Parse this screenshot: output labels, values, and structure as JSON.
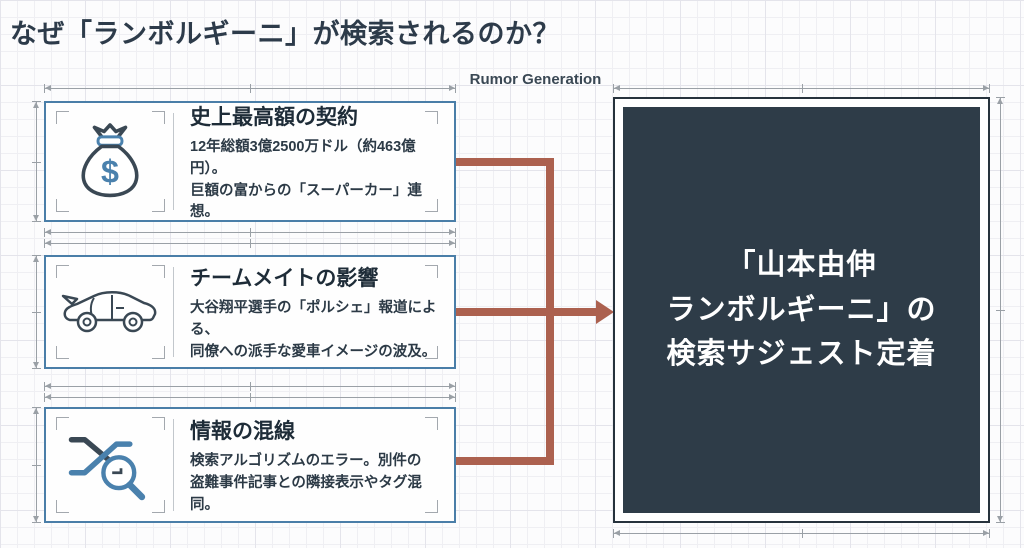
{
  "title": "なぜ「ランボルギーニ」が検索されるのか？",
  "flow_label": "Rumor Generation",
  "causes": [
    {
      "icon": "money-bag-icon",
      "title": "史上最高額の契約",
      "body_lines": [
        "12年総額3億2500万ドル（約463億円）。",
        "巨額の富からの「スーパーカー」連想。"
      ]
    },
    {
      "icon": "sports-car-icon",
      "title": "チームメイトの影響",
      "body_lines": [
        "大谷翔平選手の「ポルシェ」報道による、",
        "同僚への派手な愛車イメージの波及。"
      ]
    },
    {
      "icon": "crossed-cables-magnifier-icon",
      "title": "情報の混線",
      "body_lines": [
        "検索アルゴリズムのエラー。別件の",
        "盗難事件記事との隣接表示やタグ混同。"
      ]
    }
  ],
  "result": {
    "lines": [
      "「山本由伸",
      "ランボルギーニ」の",
      "検索サジェスト定着"
    ]
  },
  "colors": {
    "box_border_blue": "#4a7ea8",
    "arrow_terracotta": "#ac614f",
    "result_panel_dark": "#2e3c48",
    "title_ink": "#2d3b4a",
    "guide_gray": "#9aa0a6"
  }
}
